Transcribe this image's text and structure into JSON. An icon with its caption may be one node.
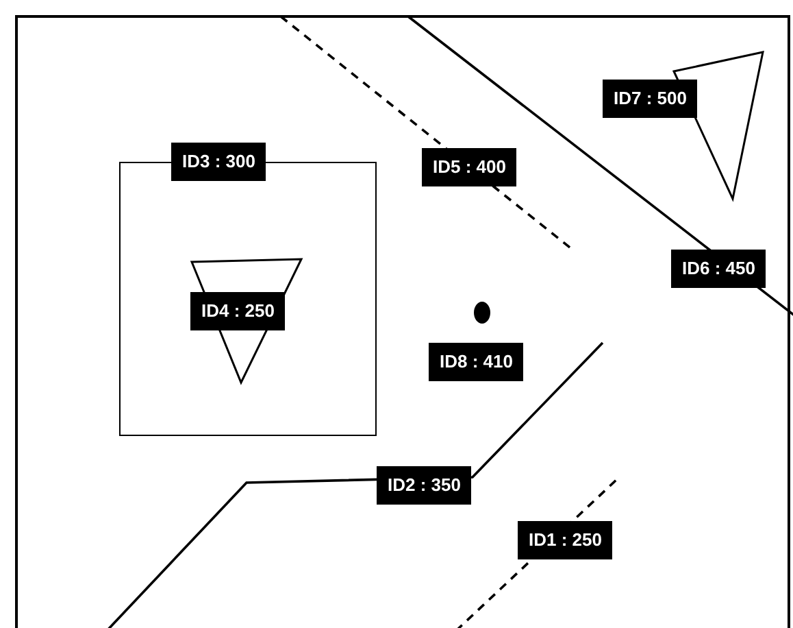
{
  "diagram": {
    "nodes": [
      {
        "text": [
          "ID7 : 500"
        ]
      },
      {
        "text": [],
        "shape": "box"
      },
      {
        "text": [
          "ID3 : 300"
        ]
      },
      {
        "text": [
          "ID4 : 250"
        ],
        "in": 1
      },
      {
        "text": [
          "ID5 : 400"
        ]
      },
      {
        "text": [
          "ID6 : 450"
        ]
      },
      {
        "text": [
          "ID8 : 410"
        ]
      },
      {
        "text": [
          "ID2 : 350"
        ]
      },
      {
        "text": [
          "ID1 : 250"
        ]
      }
    ]
  }
}
